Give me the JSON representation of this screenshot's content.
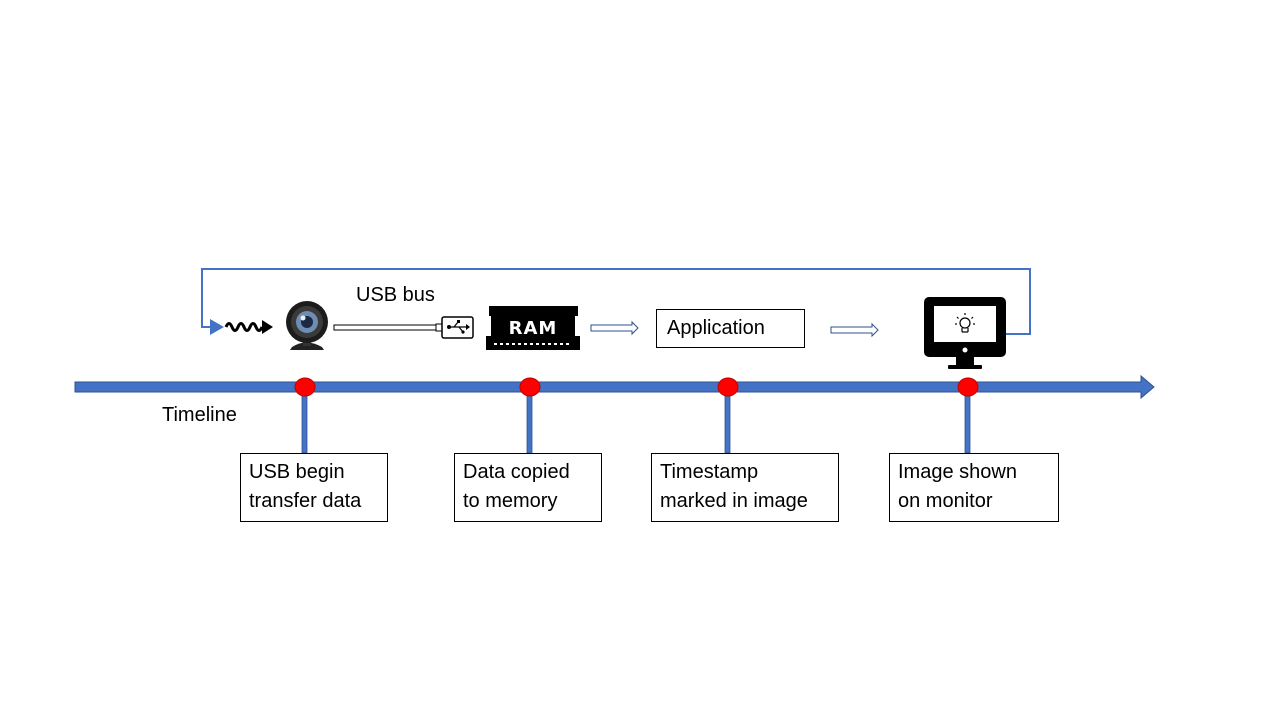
{
  "labels": {
    "usb_bus": "USB bus",
    "application": "Application",
    "timeline": "Timeline",
    "ram": "RAM"
  },
  "events": [
    {
      "label": "USB begin\ntransfer data"
    },
    {
      "label": "Data copied\nto memory"
    },
    {
      "label": "Timestamp\nmarked in image"
    },
    {
      "label": "Image shown\non monitor"
    }
  ],
  "icons": [
    "wave-icon",
    "webcam-icon",
    "usb-plug-icon",
    "ram-icon",
    "monitor-icon",
    "lightbulb-icon"
  ],
  "colors": {
    "timeline": "#4472C4",
    "timeline_stroke": "#2F528F",
    "marker": "#FF0000"
  }
}
